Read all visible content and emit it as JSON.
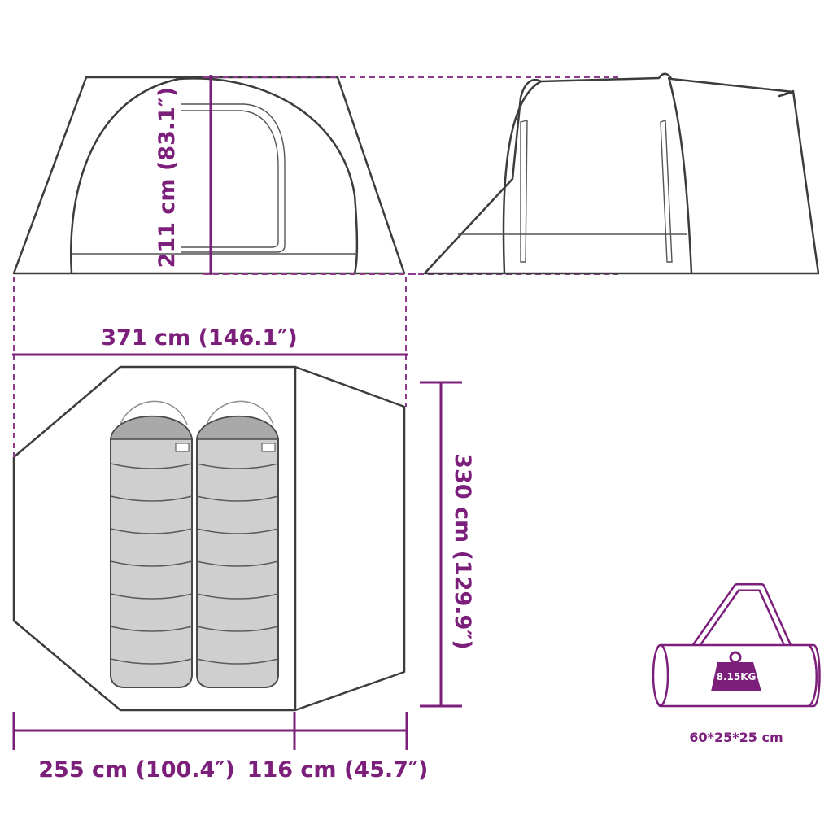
{
  "dimensions": {
    "height": "211 cm (83.1″)",
    "width": "371 cm (146.1″)",
    "depth": "330 cm (129.9″)",
    "sleeping_area": "255 cm (100.4″)",
    "vestibule": "116 cm (45.7″)"
  },
  "package": {
    "weight": "8.15KG",
    "size": "60*25*25 cm"
  },
  "colors": {
    "dimension": "#7b1f7b",
    "outline": "#3c3c3c",
    "sleeping_bag_fill": "#cfcfcf"
  }
}
